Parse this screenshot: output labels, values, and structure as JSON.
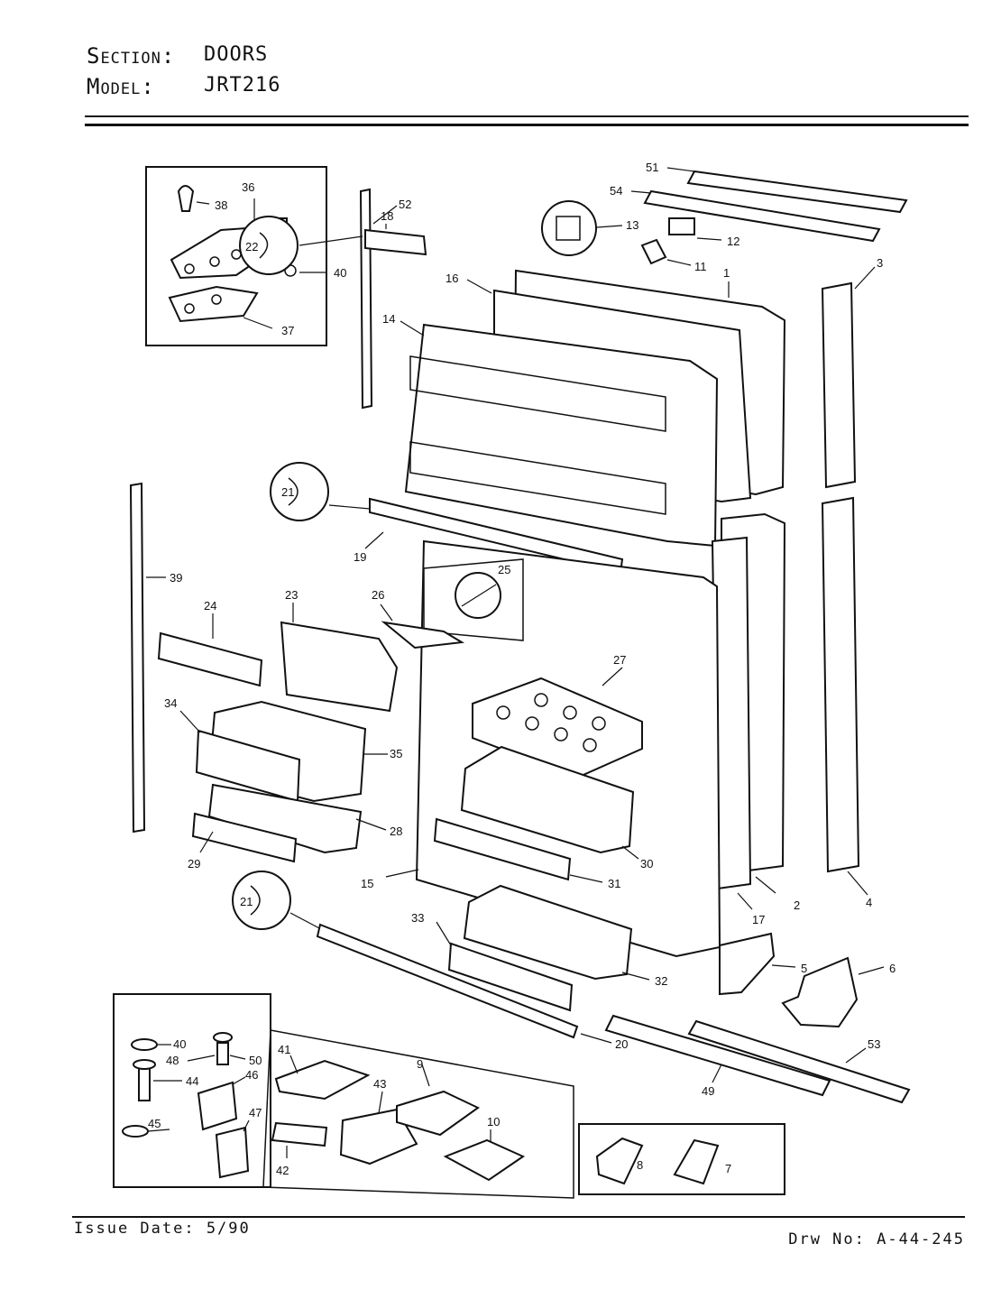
{
  "header": {
    "section_label": "Section:",
    "section_value": "DOORS",
    "model_label": "Model:",
    "model_value": "JRT216"
  },
  "footer": {
    "issue_date": "Issue Date: 5/90",
    "drawing_no": "Drw No: A-44-245"
  },
  "callouts": {
    "c51": "51",
    "c54": "54",
    "c13": "13",
    "c12": "12",
    "c11": "11",
    "c1": "1",
    "c3": "3",
    "c16": "16",
    "c14": "14",
    "c52": "52",
    "c36": "36",
    "c38": "38",
    "c40a": "40",
    "c37": "37",
    "c18": "18",
    "c22": "22",
    "c21a": "21",
    "c19": "19",
    "c39": "39",
    "c24": "24",
    "c23": "23",
    "c26": "26",
    "c25": "25",
    "c27": "27",
    "c34": "34",
    "c35": "35",
    "c28": "28",
    "c29": "29",
    "c30": "30",
    "c15": "15",
    "c31": "31",
    "c17": "17",
    "c2": "2",
    "c4": "4",
    "c21b": "21",
    "c33": "33",
    "c32": "32",
    "c5": "5",
    "c6": "6",
    "c20": "20",
    "c53": "53",
    "c49": "49",
    "c40b": "40",
    "c48": "48",
    "c50": "50",
    "c44": "44",
    "c46": "46",
    "c45": "45",
    "c47": "47",
    "c41": "41",
    "c9": "9",
    "c43": "43",
    "c10": "10",
    "c42": "42",
    "c8": "8",
    "c7": "7"
  }
}
